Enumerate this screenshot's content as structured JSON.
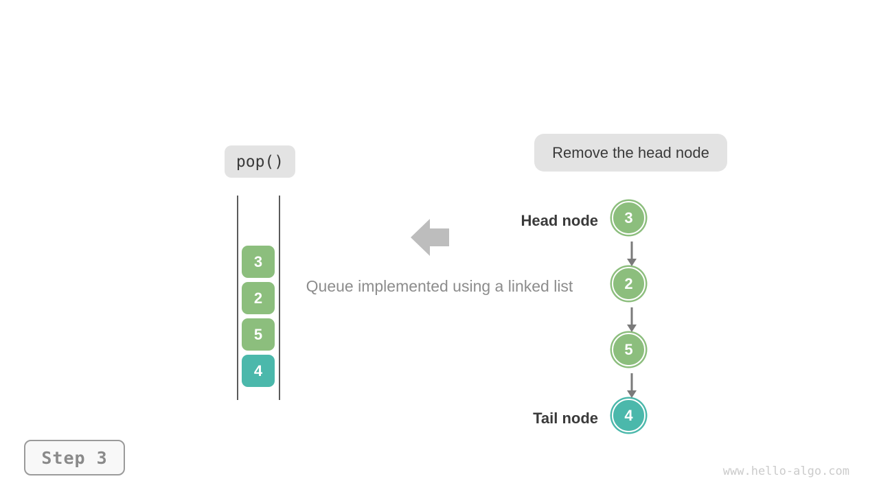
{
  "operation_badge": {
    "label": "pop()"
  },
  "annotation_badge": {
    "label": "Remove the head node"
  },
  "queue_view": {
    "items": [
      {
        "value": "3",
        "type": "green"
      },
      {
        "value": "2",
        "type": "green"
      },
      {
        "value": "5",
        "type": "green"
      },
      {
        "value": "4",
        "type": "teal"
      }
    ]
  },
  "caption": {
    "text": "Queue implemented using a linked list"
  },
  "linked_list": {
    "head_label": "Head node",
    "tail_label": "Tail node",
    "nodes": [
      {
        "value": "3",
        "type": "green"
      },
      {
        "value": "2",
        "type": "green"
      },
      {
        "value": "5",
        "type": "green"
      },
      {
        "value": "4",
        "type": "teal"
      }
    ]
  },
  "step_badge": {
    "label": "Step 3"
  },
  "watermark": {
    "text": "www.hello-algo.com"
  },
  "colors": {
    "node_green": "#8cbe7d",
    "node_teal": "#4bb8ab",
    "badge_bg": "#e3e3e3",
    "dark_text": "#3a3a3a",
    "muted_text": "#8c8c8c",
    "big_arrow": "#bdbdbd",
    "link_arrow": "#7a7a7a",
    "rail_line": "#5a5a5a",
    "step_border": "#9a9a9a",
    "step_text": "#8a8a8a",
    "watermark_text": "#cbcbcb"
  }
}
